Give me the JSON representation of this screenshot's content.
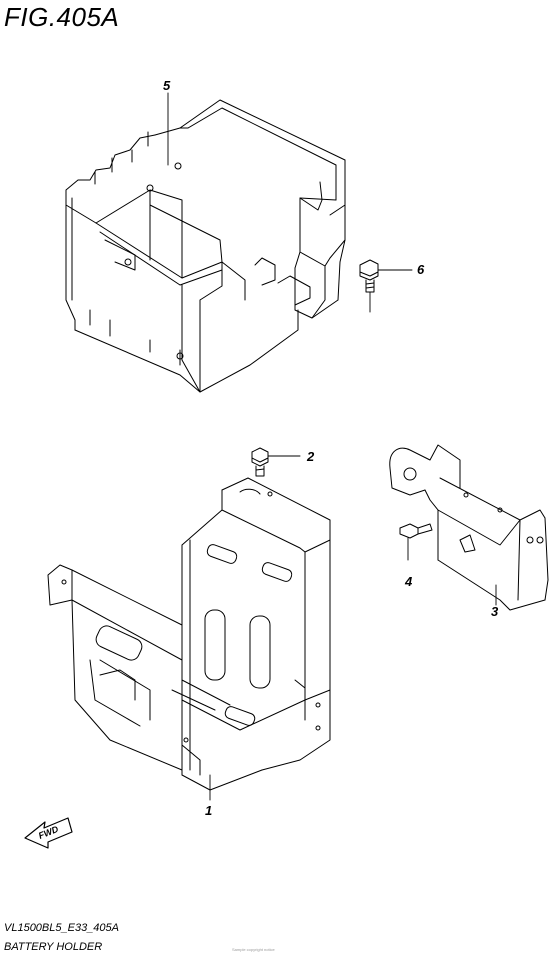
{
  "figure": {
    "title": "FIG.405A",
    "model_code": "VL1500BL5_E33_405A",
    "caption": "BATTERY HOLDER",
    "fine_print": "Sample copyright notice"
  },
  "parts": [
    {
      "id": "p1",
      "label": "1"
    },
    {
      "id": "p2",
      "label": "2"
    },
    {
      "id": "p3",
      "label": "3"
    },
    {
      "id": "p4",
      "label": "4"
    },
    {
      "id": "p5",
      "label": "5"
    },
    {
      "id": "p6",
      "label": "6"
    }
  ],
  "direction_marker": {
    "label": "FWD",
    "icon": "fwd-arrow-icon"
  }
}
